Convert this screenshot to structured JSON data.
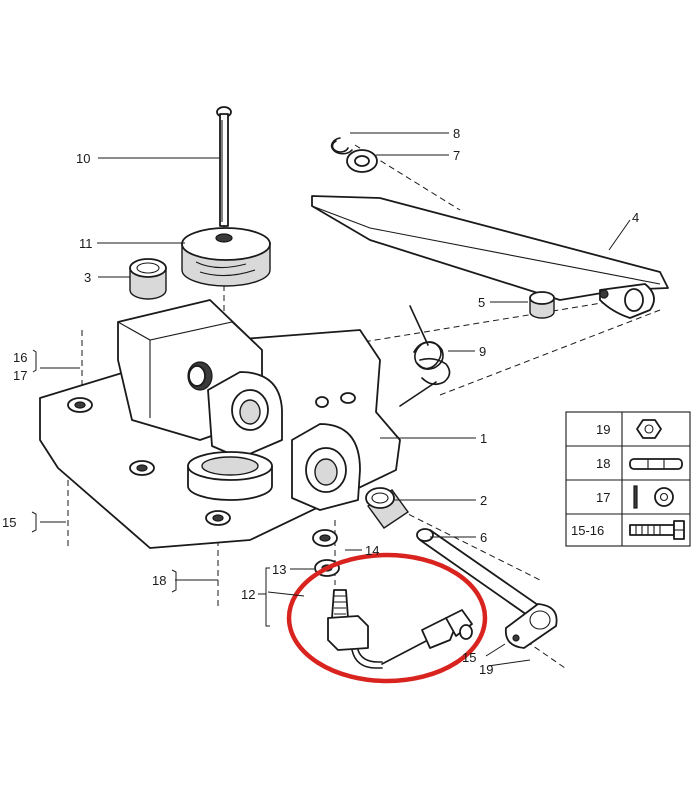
{
  "labels": {
    "l1": "1",
    "l2": "2",
    "l3": "3",
    "l4": "4",
    "l5": "5",
    "l6": "6",
    "l7": "7",
    "l8": "8",
    "l9": "9",
    "l10": "10",
    "l11": "11",
    "l12": "12",
    "l13": "13",
    "l14": "14",
    "l15a": "15",
    "l15b": "15",
    "l16": "16",
    "l17": "17",
    "l18": "18",
    "l19": "19"
  },
  "legend": {
    "rows": [
      {
        "label": "19"
      },
      {
        "label": "18"
      },
      {
        "label": "17"
      },
      {
        "label": "15-16"
      }
    ]
  },
  "highlight_color": "#d9231f"
}
